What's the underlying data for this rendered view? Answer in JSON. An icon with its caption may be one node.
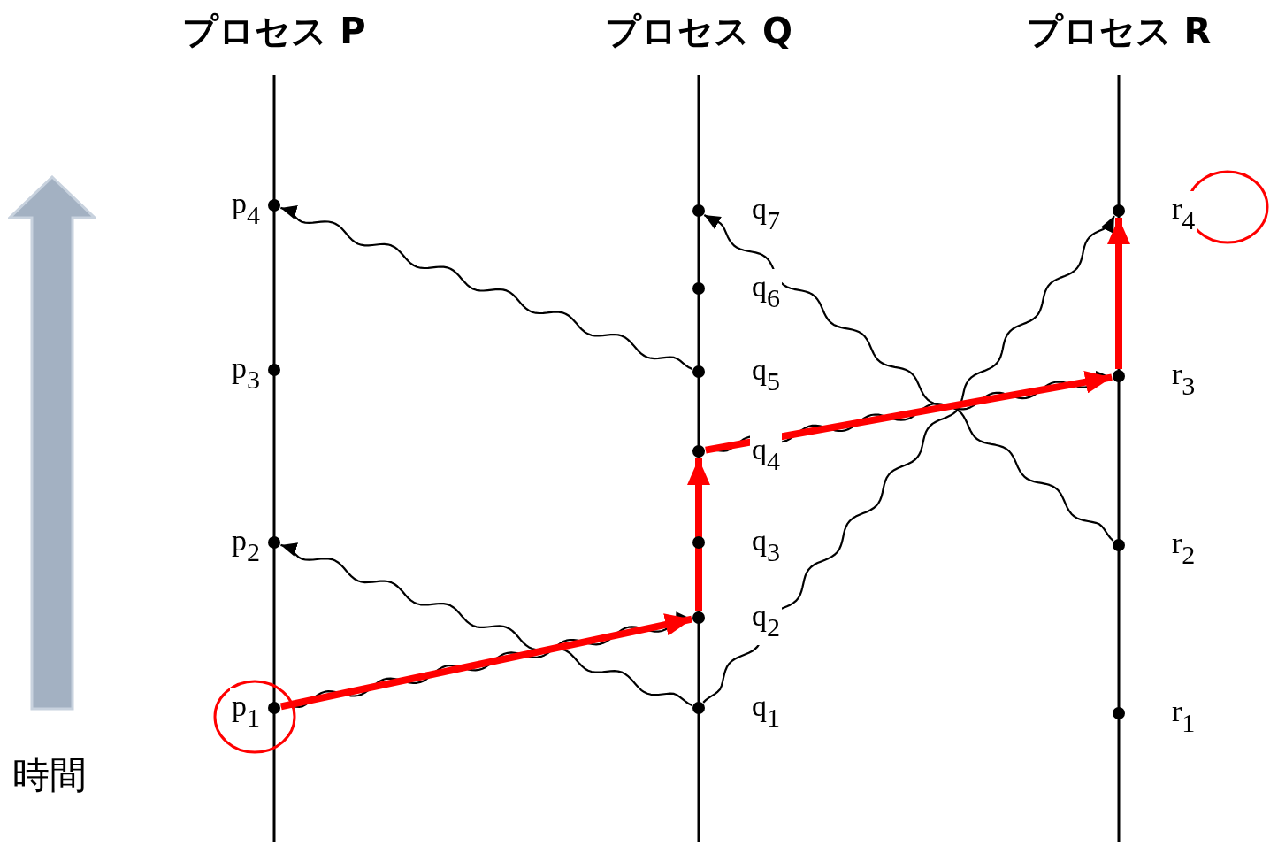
{
  "diagram": {
    "nodes": [
      {
        "text": [
          "プロセス P"
        ]
      },
      {
        "text": [],
        "shape": "circle",
        "beside": [
          "p$_{1}$"
        ],
        "in": 0
      },
      {
        "text": [],
        "shape": "circle",
        "beside": [
          "p$_{2}$"
        ],
        "in": 0
      },
      {
        "text": [],
        "shape": "circle",
        "beside": [
          "p$_{3}$"
        ],
        "in": 0
      },
      {
        "text": [],
        "shape": "circle",
        "beside": [
          "p$_{4}$"
        ],
        "in": 0
      },
      {
        "text": [
          "プロセス Q"
        ]
      },
      {
        "text": [],
        "shape": "circle",
        "beside": [
          "q$_{1}$"
        ],
        "in": 5
      },
      {
        "text": [],
        "shape": "circle",
        "beside": [
          "q$_{2}$"
        ],
        "in": 5
      },
      {
        "text": [],
        "shape": "circle",
        "beside": [
          "q$_{3}$"
        ],
        "in": 5
      },
      {
        "text": [],
        "shape": "circle",
        "beside": [
          "q$_{4}$"
        ],
        "in": 5
      },
      {
        "text": [],
        "shape": "circle",
        "beside": [
          "q$_{5}$"
        ],
        "in": 5
      },
      {
        "text": [],
        "shape": "circle",
        "beside": [
          "q$_{6}$"
        ],
        "in": 5
      },
      {
        "text": [],
        "shape": "circle",
        "beside": [
          "q$_{7}$"
        ],
        "in": 5
      },
      {
        "text": [
          "プロセス R"
        ]
      },
      {
        "text": [],
        "shape": "circle",
        "beside": [
          "r$_{1}$"
        ],
        "in": 13
      },
      {
        "text": [],
        "shape": "circle",
        "beside": [
          "r$_{2}$"
        ],
        "in": 13
      },
      {
        "text": [],
        "shape": "circle",
        "beside": [
          "r$_{3}$"
        ],
        "in": 13
      },
      {
        "text": [],
        "shape": "circle",
        "beside": [
          "r$_{4}$"
        ],
        "in": 13
      }
    ],
    "edges": [
      {
        "from": 1,
        "to": 7,
        "arrow": "to"
      },
      {
        "from": 6,
        "to": 2,
        "arrow": "to"
      },
      {
        "from": 6,
        "to": 17,
        "arrow": "to"
      },
      {
        "from": 9,
        "to": 16,
        "arrow": "to"
      },
      {
        "from": 10,
        "to": 4,
        "arrow": "to"
      },
      {
        "from": 15,
        "to": 12,
        "arrow": "to"
      },
      {
        "from": 1,
        "to": 7,
        "arrow": "to",
        "style": "thick",
        "color": "#ff0000"
      },
      {
        "from": 7,
        "to": 9,
        "arrow": "to",
        "style": "thick",
        "color": "#ff0000"
      },
      {
        "from": 9,
        "to": 16,
        "arrow": "to",
        "style": "thick",
        "color": "#ff0000"
      },
      {
        "from": 16,
        "to": 17,
        "arrow": "to",
        "style": "thick",
        "color": "#ff0000"
      }
    ],
    "labels": [
      "時間"
    ]
  }
}
